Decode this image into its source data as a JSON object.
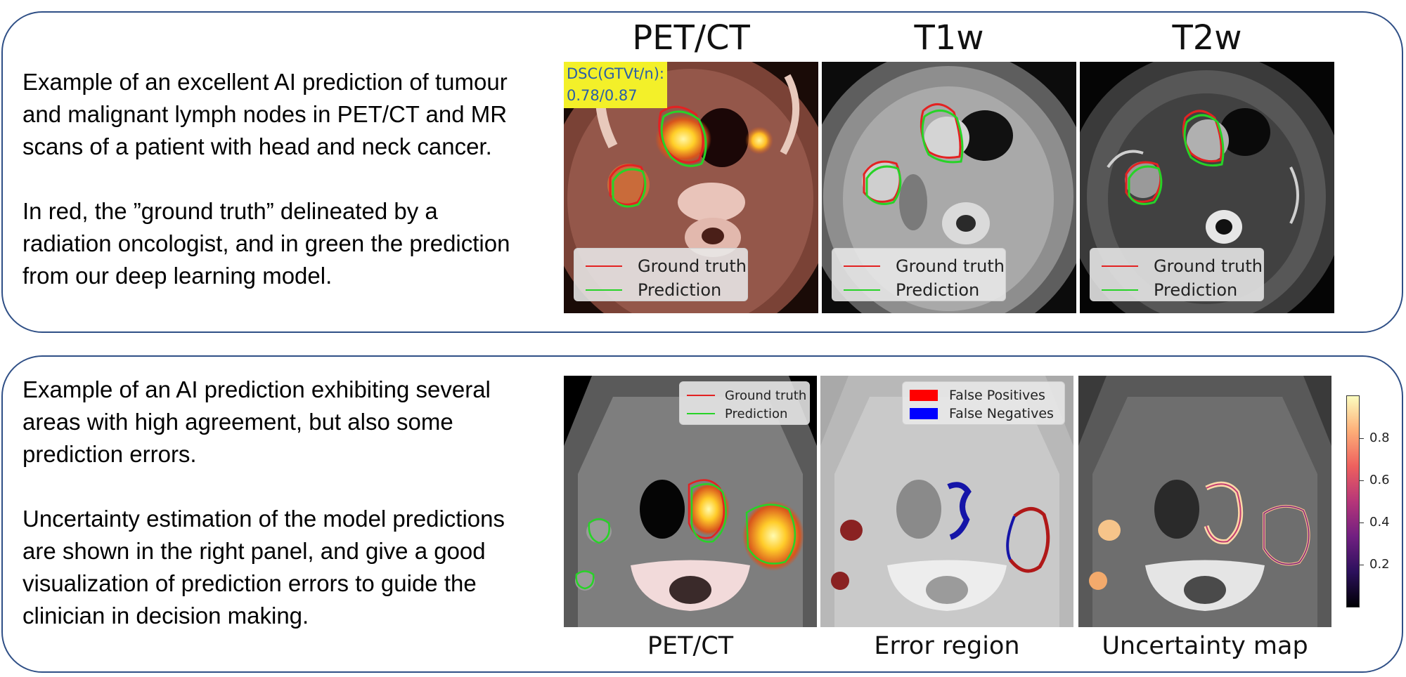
{
  "top_panel": {
    "paragraph1": "Example of an excellent AI prediction of tumour\nand malignant lymph nodes in PET/CT and MR\nscans of a patient with head and neck cancer.",
    "paragraph2": "In red, the ”ground truth” delineated by a\nradiation oncologist, and in green the prediction\nfrom our deep learning model.",
    "image_titles": [
      "PET/CT",
      "T1w",
      "T2w"
    ],
    "dsc_label": "DSC(GTVt/n):",
    "dsc_value": "0.78/0.87",
    "legend": {
      "ground_truth": "Ground truth",
      "prediction": "Prediction"
    }
  },
  "bottom_panel": {
    "paragraph1": "Example of an AI prediction exhibiting several\nareas with high agreement, but also some\nprediction errors.",
    "paragraph2": "Uncertainty estimation of the model predictions\nare shown in the right panel, and give a good\nvisualization of prediction errors to guide the\nclinician in decision making.",
    "image_titles": [
      "PET/CT",
      "Error region",
      "Uncertainty map"
    ],
    "legend": {
      "ground_truth": "Ground truth",
      "prediction": "Prediction"
    },
    "error_legend": {
      "false_positives": "False Positives",
      "false_negatives": "False Negatives"
    },
    "colorbar_ticks": [
      "0.8",
      "0.6",
      "0.4",
      "0.2"
    ]
  },
  "colors": {
    "panel_border": "#2f4f86",
    "ground_truth": "#e32222",
    "prediction": "#27d327",
    "false_positive": "#ff0000",
    "false_negative": "#0000ff",
    "dsc_background": "#f3f029",
    "dsc_text": "#2a5ea8"
  }
}
